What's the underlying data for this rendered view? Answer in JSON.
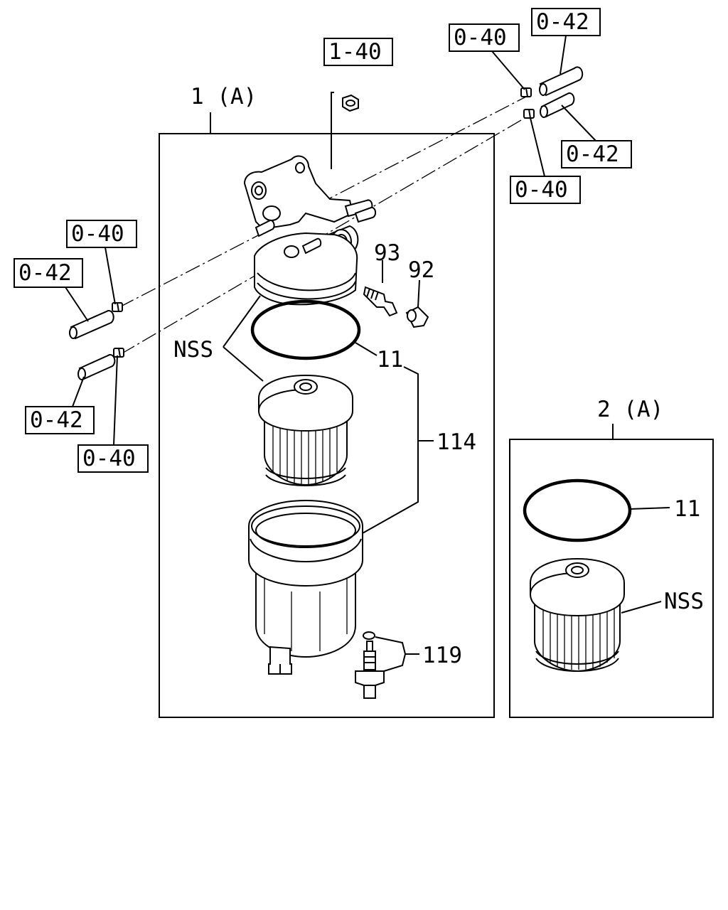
{
  "assembly": {
    "title": "1 (A)",
    "labels": {
      "nut_ref": "1-40",
      "clip_ref": "0-40",
      "hose_ref": "0-42",
      "part_93": "93",
      "part_92": "92",
      "oring": "11",
      "element_nss": "NSS",
      "bowl_114": "114",
      "sensor_119": "119"
    }
  },
  "kit": {
    "title": "2 (A)",
    "labels": {
      "oring": "11",
      "element_nss": "NSS"
    }
  }
}
